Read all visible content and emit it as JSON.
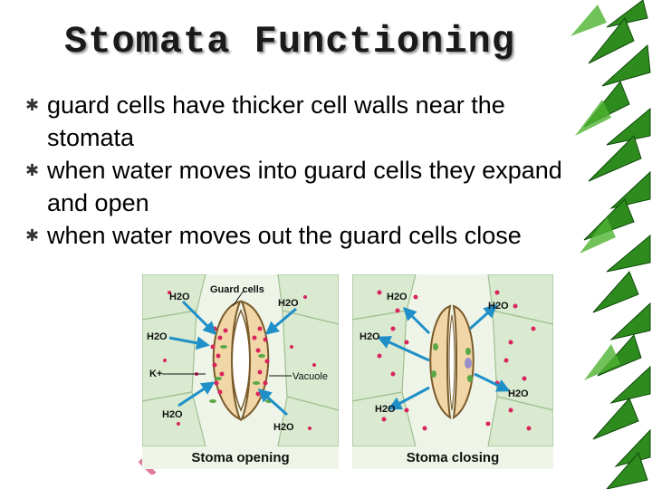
{
  "slide": {
    "title": "Stomata Functioning",
    "bullets": [
      "guard cells have thicker cell walls near the stomata",
      "when water moves into guard cells they expand and open",
      "when water moves out the guard cells close"
    ]
  },
  "figure": {
    "opening": {
      "caption": "Stoma opening",
      "labels": {
        "h2o_top_left": "H2O",
        "guard_cells": "Guard cells",
        "h2o_top_right": "H2O",
        "h2o_left": "H2O",
        "k_plus": "K+",
        "vacuole": "Vacuole",
        "h2o_bottom_left": "H2O",
        "h2o_bottom_right": "H2O"
      }
    },
    "closing": {
      "caption": "Stoma closing",
      "labels": {
        "h2o_top_left": "H2O",
        "h2o_top_right": "H2O",
        "h2o_left": "H2O",
        "h2o_bottom_left": "H2O",
        "h2o_right": "H2O"
      }
    }
  },
  "colors": {
    "cell_fill": "#d9ead0",
    "guard_cell": "#f1d6a8",
    "vacuole_dots": "#d8245c",
    "arrow": "#1f8fc8",
    "chloroplast": "#5aa846",
    "leaf": "#2e8b1e"
  }
}
